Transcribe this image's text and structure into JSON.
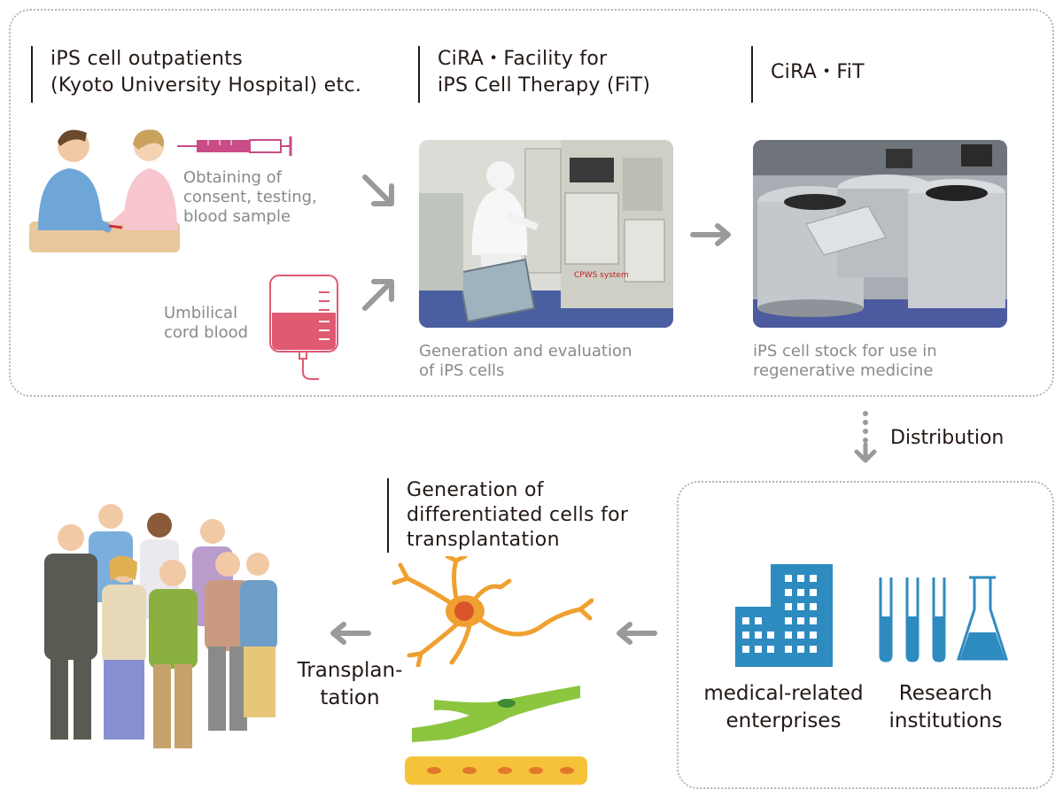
{
  "top_panel": {
    "col1": {
      "heading_line1": "iPS cell outpatients",
      "heading_line2": "(Kyoto University Hospital) etc.",
      "consent_line1": "Obtaining of",
      "consent_line2": "consent, testing,",
      "consent_line3": "blood sample",
      "cord_line1": "Umbilical",
      "cord_line2": "cord blood"
    },
    "col2": {
      "heading_line1": "CiRA・Facility for",
      "heading_line2": "iPS Cell Therapy (FiT)",
      "caption_line1": "Generation and evaluation",
      "caption_line2": "of iPS cells",
      "machine_label": "CPWS system"
    },
    "col3": {
      "heading_line1": "CiRA・FiT",
      "caption_line1": "iPS cell stock for use in",
      "caption_line2": "regenerative medicine"
    }
  },
  "distribution_label": "Distribution",
  "bottom": {
    "generation_line1": "Generation of",
    "generation_line2": "differentiated cells for",
    "generation_line3": "transplantation",
    "transplant_line1": "Transplan-",
    "transplant_line2": "tation",
    "enterprises_line1": "medical-related",
    "enterprises_line2": "enterprises",
    "research_line1": "Research",
    "research_line2": "institutions"
  },
  "colors": {
    "panel_border": "#b5b5b5",
    "arrow_grey": "#9a9a9a",
    "caption_grey": "#8a8a8a",
    "blood_pink": "#e05a72",
    "icon_blue": "#2e8bc0",
    "cell_orange": "#f0a030",
    "muscle_green": "#8cc63f"
  }
}
